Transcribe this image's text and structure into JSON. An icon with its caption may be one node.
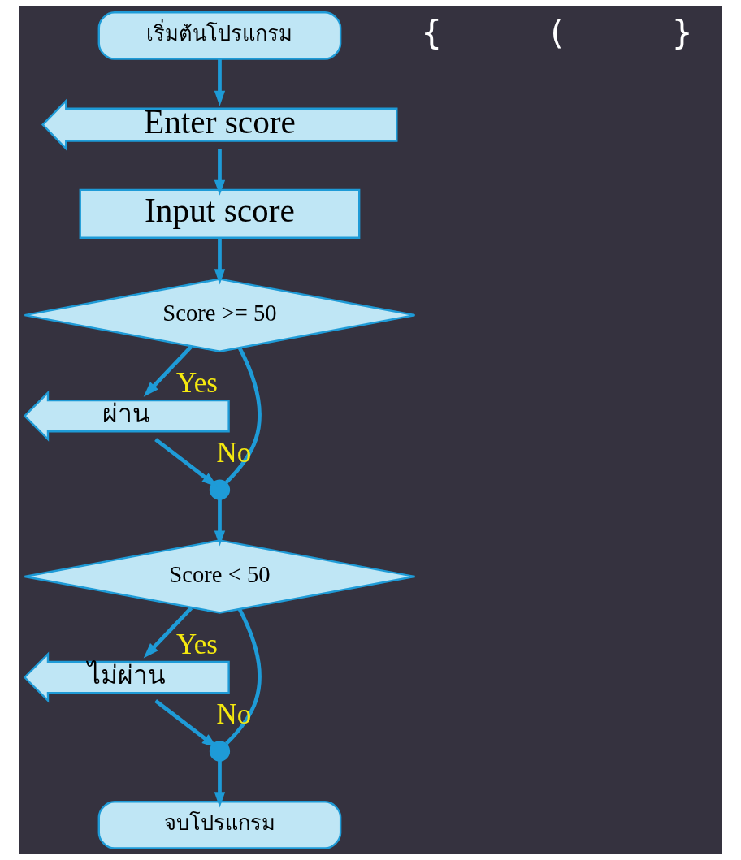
{
  "diagram": {
    "nodes": [
      {
        "text": [
          "เริ่มต้นโปรแกรม"
        ]
      },
      {
        "text": [
          "Enter score"
        ]
      },
      {
        "text": [
          "Input score"
        ]
      },
      {
        "text": [
          "Score >= 50"
        ]
      },
      {
        "text": [
          "ผ่าน"
        ]
      },
      {
        "text": [],
        "shape": "circle"
      },
      {
        "text": [
          "Score < 50"
        ]
      },
      {
        "text": [
          "ไม่ผ่าน"
        ]
      },
      {
        "text": [],
        "shape": "circle"
      },
      {
        "text": [
          "จบโปรแกรม"
        ]
      }
    ],
    "edges": [
      {
        "from": 0,
        "to": 1,
        "arrow": "to"
      },
      {
        "from": 1,
        "to": 2,
        "arrow": "to"
      },
      {
        "from": 2,
        "to": 3,
        "arrow": "to"
      },
      {
        "from": 3,
        "to": 4,
        "arrow": "to",
        "label": "Yes"
      },
      {
        "from": 3,
        "to": 5,
        "arrow": "none",
        "label": "No"
      },
      {
        "from": 4,
        "to": 5,
        "arrow": "to"
      },
      {
        "from": 5,
        "to": 6,
        "arrow": "to"
      },
      {
        "from": 6,
        "to": 7,
        "arrow": "to",
        "label": "Yes"
      },
      {
        "from": 6,
        "to": 8,
        "arrow": "none",
        "label": "No"
      },
      {
        "from": 7,
        "to": 8,
        "arrow": "to"
      },
      {
        "from": 8,
        "to": 9,
        "arrow": "to"
      }
    ],
    "labels": [
      "{",
      "(",
      "}"
    ]
  }
}
